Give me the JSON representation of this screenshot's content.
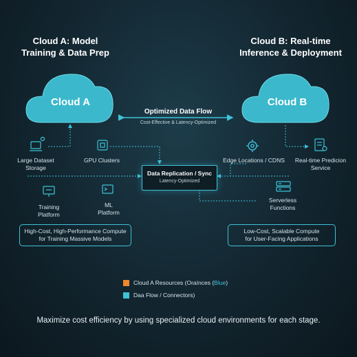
{
  "cloud_a": {
    "heading_line1": "Cloud A: Model",
    "heading_line2": "Training & Data Prep",
    "name": "Cloud A"
  },
  "cloud_b": {
    "heading_line1": "Cloud B: Real-time",
    "heading_line2": "Inference & Deployment",
    "name": "Cloud B"
  },
  "flow": {
    "title": "Optimized Data Flow",
    "subtitle": "Cost-Effective & Latency-Optimized"
  },
  "nodes": {
    "storage": {
      "line1": "Large Dataset",
      "line2": "Storage",
      "icon": "storage-icon"
    },
    "gpu": {
      "line1": "GPU Clusters",
      "icon": "gpu-chip-icon"
    },
    "training": {
      "line1": "Training",
      "line2": "Platform",
      "icon": "monitor-icon"
    },
    "ml": {
      "line1": "ML",
      "line2": "Platform",
      "icon": "terminal-icon"
    },
    "edge": {
      "line1": "Edge Locations / CDNS",
      "icon": "gear-icon"
    },
    "realtime": {
      "line1": "Real-time Predicion",
      "line2": "Service",
      "icon": "document-icon"
    },
    "serverless": {
      "line1": "Serverless",
      "line2": "Functions",
      "icon": "server-icon"
    }
  },
  "sync": {
    "title": "Data Replication / Sync",
    "subtitle": "Latency-Optimized"
  },
  "boxes": {
    "left_line1": "High-Cost, High-Performance Compute",
    "left_line2": "for Training Massive Models",
    "right_line1": "Low-Cost, Scalable Compute",
    "right_line2": "for User-Facing Applications"
  },
  "legend": {
    "item1": "Cloud A Resources (Oraínces (",
    "item1_blue": "Blue",
    "item1_end": ")",
    "item2": "Daa Flow / Connectors)",
    "color_orange": "#f0882a",
    "color_teal": "#3ec3d8"
  },
  "footer": "Maximize cost efficiency by using specialized cloud environments for each stage."
}
